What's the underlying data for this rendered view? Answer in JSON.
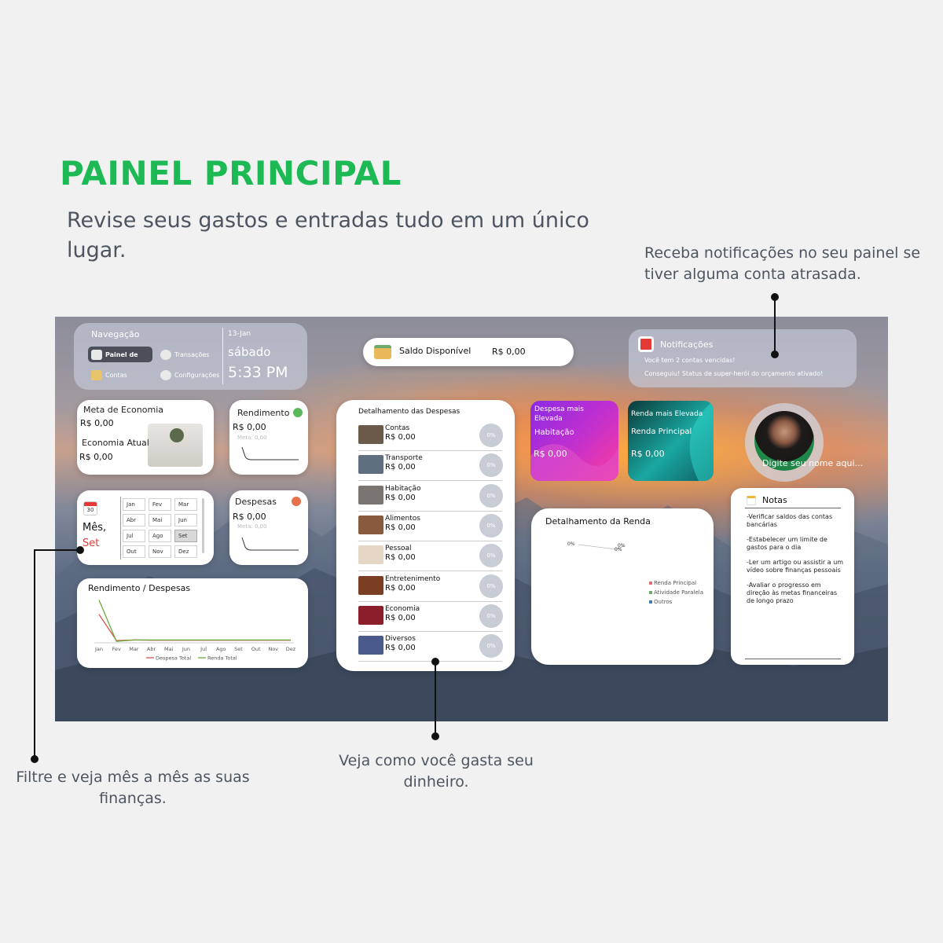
{
  "header": {
    "title": "PAINEL PRINCIPAL",
    "subtitle": "Revise seus gastos e entradas tudo em um único lugar."
  },
  "callouts": {
    "notifications": "Receba notificações no seu painel se tiver alguma conta atrasada.",
    "month_filter": "Filtre e veja mês a mês as suas finanças.",
    "spending": "Veja como você gasta seu dinheiro."
  },
  "nav": {
    "title": "Navegação",
    "items": [
      {
        "label": "Painel de",
        "icon": "dashboard-icon",
        "active": true
      },
      {
        "label": "Transações",
        "icon": "pin-icon",
        "active": false
      },
      {
        "label": "Contas",
        "icon": "wallet-icon",
        "active": false
      },
      {
        "label": "Configurações",
        "icon": "gear-icon",
        "active": false
      }
    ],
    "date": "13-Jan",
    "weekday": "sábado",
    "time": "5:33 PM"
  },
  "balance": {
    "label": "Saldo Disponível",
    "value": "R$ 0,00"
  },
  "notifications": {
    "title": "Notificações",
    "lines": [
      "Você tem 2 contas vencidas!",
      "Conseguiu! Status de super-herói do orçamento ativado!"
    ]
  },
  "savings": {
    "goal_label": "Meta de Economia",
    "goal_value": "R$ 0,00",
    "current_label": "Economia Atual",
    "current_value": "R$ 0,00"
  },
  "income_card": {
    "label": "Rendimento",
    "value": "R$ 0,00",
    "meta": "Meta: 0,00",
    "status_color": "#5cb85c"
  },
  "expense_card": {
    "label": "Despesas",
    "value": "R$ 0,00",
    "meta": "Meta: 0,00",
    "status_color": "#e8704a"
  },
  "month_filter": {
    "calendar_day": "30",
    "label": "Mês,",
    "selected": "Set",
    "months": [
      "Jan",
      "Fev",
      "Mar",
      "Abr",
      "Mai",
      "Jun",
      "Jul",
      "Ago",
      "Set",
      "Out",
      "Nov",
      "Dez"
    ]
  },
  "expense_breakdown": {
    "title": "Detalhamento das Despesas",
    "items": [
      {
        "name": "Contas",
        "value": "R$ 0,00",
        "pct": "0%",
        "thumb": "#6b5a4a"
      },
      {
        "name": "Transporte",
        "value": "R$ 0,00",
        "pct": "0%",
        "thumb": "#5f6f7f"
      },
      {
        "name": "Habitação",
        "value": "R$ 0,00",
        "pct": "0%",
        "thumb": "#7a7570"
      },
      {
        "name": "Alimentos",
        "value": "R$ 0,00",
        "pct": "0%",
        "thumb": "#8a5a3e"
      },
      {
        "name": "Pessoal",
        "value": "R$ 0,00",
        "pct": "0%",
        "thumb": "#e6d6c6"
      },
      {
        "name": "Entretenimento",
        "value": "R$ 0,00",
        "pct": "0%",
        "thumb": "#7a3e22"
      },
      {
        "name": "Economia",
        "value": "R$ 0,00",
        "pct": "0%",
        "thumb": "#8a1e2a"
      },
      {
        "name": "Diversos",
        "value": "R$ 0,00",
        "pct": "0%",
        "thumb": "#4a5a8a"
      }
    ]
  },
  "highest_expense": {
    "title": "Despesa mais Elevada",
    "category": "Habitação",
    "value": "R$ 0,00"
  },
  "highest_income": {
    "title": "Renda mais Elevada",
    "category": "Renda Principal",
    "value": "R$ 0,00"
  },
  "profile": {
    "name_placeholder": "Digite seu nome aqui..."
  },
  "income_breakdown": {
    "title": "Detalhamento da Renda",
    "labels": [
      "0%",
      "0%",
      "0%"
    ],
    "legend": [
      {
        "name": "Renda Principal",
        "color": "#e07070"
      },
      {
        "name": "Atividade Paralela",
        "color": "#6aaa6a"
      },
      {
        "name": "Outros",
        "color": "#4a7aa8"
      }
    ]
  },
  "notes": {
    "title": "Notas",
    "items": [
      "-Verificar saldos das contas bancárias",
      "-Estabelecer um limite de gastos para o dia",
      "-Ler um artigo ou assistir a um vídeo sobre finanças pessoais",
      "-Avaliar o progresso em direção às metas financeiras de longo prazo"
    ]
  },
  "chart_data": {
    "type": "line",
    "title": "Rendimento / Despesas",
    "categories": [
      "Jan",
      "Fev",
      "Mar",
      "Abr",
      "Mai",
      "Jun",
      "Jul",
      "Ago",
      "Set",
      "Out",
      "Nov",
      "Dez"
    ],
    "series": [
      {
        "name": "Despesa Total",
        "color": "#d9534f",
        "values": [
          1.0,
          0.08,
          0.1,
          0.09,
          0.09,
          0.09,
          0.09,
          0.09,
          0.09,
          0.09,
          0.09,
          0.09
        ]
      },
      {
        "name": "Renda Total",
        "color": "#6aaa3a",
        "values": [
          1.5,
          0.05,
          0.1,
          0.1,
          0.1,
          0.1,
          0.1,
          0.1,
          0.1,
          0.1,
          0.1,
          0.1
        ]
      }
    ],
    "ylim": [
      0,
      1.6
    ],
    "legend": "bottom"
  }
}
